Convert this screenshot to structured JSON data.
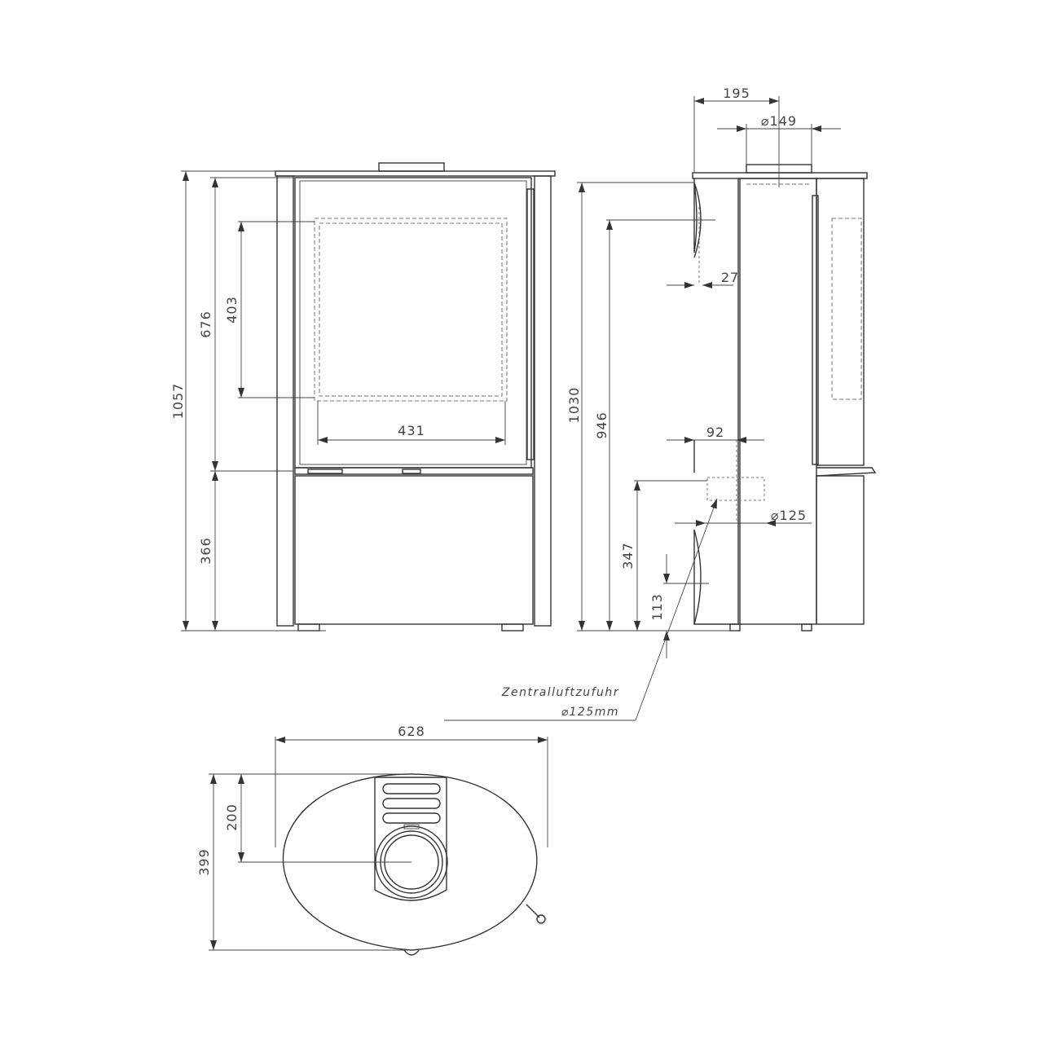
{
  "front_view": {
    "dims": {
      "total_height": "1057",
      "door_height": "676",
      "window_height": "403",
      "window_width": "431",
      "base_height": "366"
    }
  },
  "side_view": {
    "dims": {
      "outlet_offset": "195",
      "flue_diameter": "⌀149",
      "height": "1030",
      "outlet_height": "946",
      "door_depth": "27",
      "inlet_offset": "92",
      "inlet_diameter": "⌀125",
      "inlet_height": "347",
      "inlet_low": "113"
    }
  },
  "annotation": {
    "line1": "Zentralluftzufuhr",
    "line2": "⌀125mm"
  },
  "top_view": {
    "dims": {
      "width": "628",
      "depth": "399",
      "center_depth": "200"
    }
  }
}
